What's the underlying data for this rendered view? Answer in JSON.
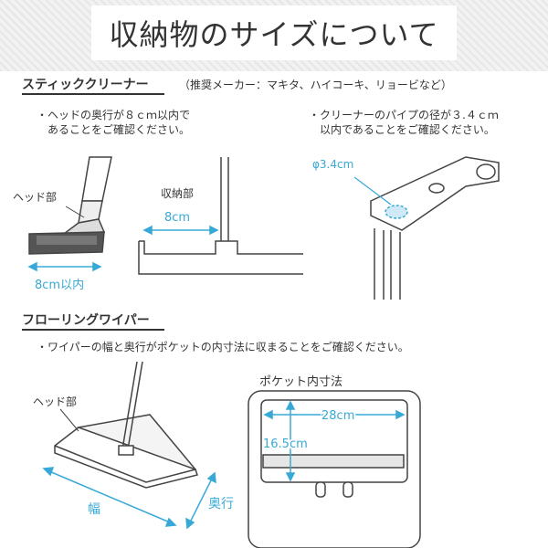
{
  "page_title": "収納物のサイズについて",
  "stick": {
    "heading": "スティッククリーナー",
    "makers": "（推奨メーカー：マキタ、ハイコーキ、リョービなど）",
    "note_depth": "・ヘッドの奥行が８ｃｍ以内で\n　あることをご確認ください。",
    "note_pipe": "・クリーナーのパイプの径が３.４ｃｍ\n　以内であることをご確認ください。",
    "head_label": "ヘッド部",
    "head_width": "8cm以内",
    "storage_label": "収納部",
    "storage_width": "8cm",
    "pipe_diameter": "φ3.4cm"
  },
  "wiper": {
    "heading": "フローリングワイパー",
    "note": "・ワイパーの幅と奥行がポケットの内寸法に収まることをご確認ください。",
    "head_label": "ヘッド部",
    "width_label": "幅",
    "depth_label": "奥行",
    "pocket_label": "ポケット内寸法",
    "pocket_width": "28cm",
    "pocket_height": "16.5cm"
  },
  "colors": {
    "accent": "#38a9d6",
    "line": "#444444"
  }
}
